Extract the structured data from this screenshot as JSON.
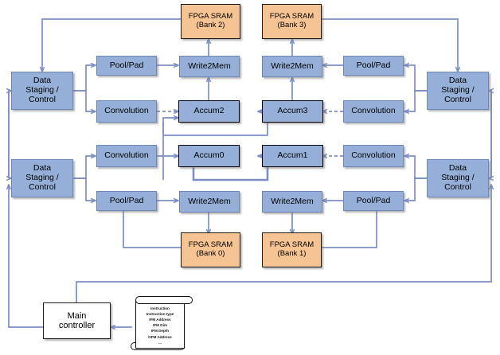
{
  "diagram": {
    "title": "FPGA CNN accelerator dataflow block diagram",
    "colors": {
      "block_blue": "#95AFD8",
      "block_blue_border": "#6E86B8",
      "sram_orange": "#F6C493",
      "sram_border": "#1b1b1b",
      "wire": "#7C8FC4",
      "controller_fill": "#ffffff",
      "controller_border": "#1b1b1b",
      "background": "#ffffff"
    },
    "nodes": {
      "sram_bank2": "FPGA SRAM\n(Bank 2)",
      "sram_bank3": "FPGA SRAM\n(Bank 3)",
      "sram_bank0": "FPGA SRAM\n(Bank 0)",
      "sram_bank1": "FPGA SRAM\n(Bank 1)",
      "staging_top_left": "Data\nStaging /\nControl",
      "staging_bottom_left": "Data\nStaging /\nControl",
      "staging_top_right": "Data\nStaging /\nControl",
      "staging_bottom_right": "Data\nStaging /\nControl",
      "poolpad_tl": "Pool/Pad",
      "poolpad_tr": "Pool/Pad",
      "poolpad_bl": "Pool/Pad",
      "poolpad_br": "Pool/Pad",
      "write2mem_tl": "Write2Mem",
      "write2mem_tr": "Write2Mem",
      "write2mem_bl": "Write2Mem",
      "write2mem_br": "Write2Mem",
      "convolution_tl": "Convolution",
      "convolution_tr": "Convolution",
      "convolution_bl": "Convolution",
      "convolution_br": "Convolution",
      "accum0": "Accum0",
      "accum1": "Accum1",
      "accum2": "Accum2",
      "accum3": "Accum3",
      "main_controller": "Main\ncontroller"
    },
    "instruction_scroll": {
      "lines": [
        "Instruction",
        "Instruction type",
        "IFM Address",
        "IFM Dim",
        "IFM Depth",
        "OFM Address",
        "..."
      ]
    }
  }
}
